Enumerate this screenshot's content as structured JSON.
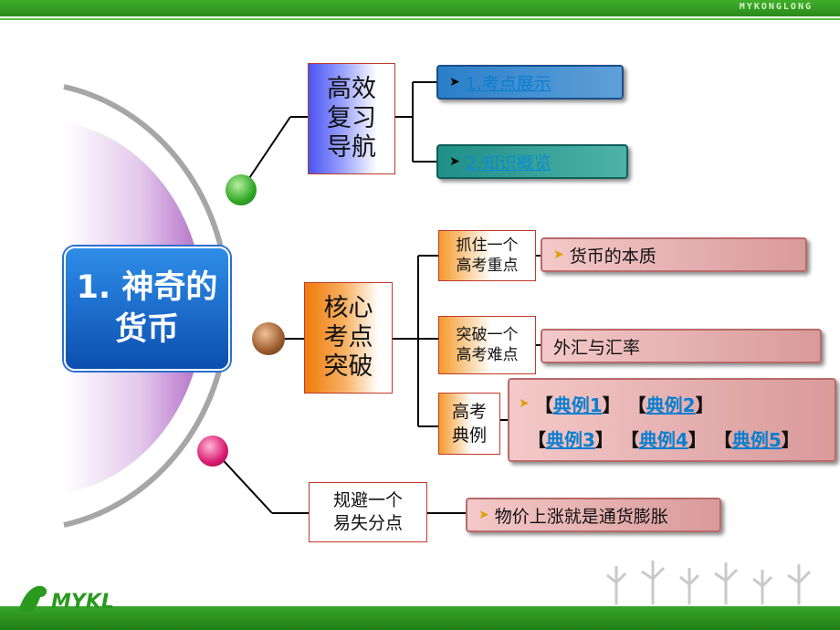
{
  "header": {
    "brand": "MYKONGLONG"
  },
  "title": {
    "line1": "1. 神奇的",
    "line2": "货币"
  },
  "categories": [
    {
      "id": "review",
      "lines": [
        "高效",
        "复习",
        "导航"
      ]
    },
    {
      "id": "core",
      "lines": [
        "核心",
        "考点",
        "突破"
      ]
    },
    {
      "id": "avoid",
      "lines": [
        "规避一个",
        "易失分点"
      ]
    }
  ],
  "review_items": [
    {
      "label": "1.考点展示"
    },
    {
      "label": "2.知识概览"
    }
  ],
  "core_subs": [
    {
      "lines": [
        "抓住一个",
        "高考重点"
      ],
      "leaf": "货币的本质"
    },
    {
      "lines": [
        "突破一个",
        "高考难点"
      ],
      "leaf": "外汇与汇率"
    },
    {
      "lines": [
        "高考",
        "典例"
      ]
    }
  ],
  "examples": {
    "row1": [
      "典例1",
      "典例2"
    ],
    "row2": [
      "典例3",
      "典例4",
      "典例5"
    ]
  },
  "avoid_item": {
    "label": "物价上涨就是通货膨胀"
  },
  "footer": {
    "logo_text": "MYKL"
  },
  "colors": {
    "blue_leaf": "#2a7fc8",
    "teal_leaf": "#1f8f87",
    "rose_leaf": "#e6b0b0",
    "title_bg": "#1a6fd0"
  }
}
